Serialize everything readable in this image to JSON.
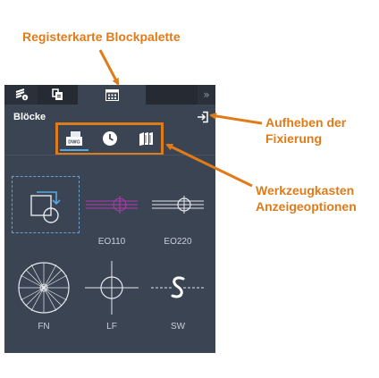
{
  "callouts": {
    "tab": "Registerkarte Blockpalette",
    "unpin_line1": "Aufheben der",
    "unpin_line2": "Fixierung",
    "toolbox_line1": "Werkzeugkasten",
    "toolbox_line2": "Anzeigeoptionen"
  },
  "tabs": {
    "items": [
      {
        "icon": "properties-icon"
      },
      {
        "icon": "layers-icon"
      },
      {
        "icon": "block-palette-icon",
        "active": true
      },
      {
        "icon": ""
      }
    ],
    "overflow": "»"
  },
  "panel": {
    "title": "Blöcke",
    "unpin_icon": "unpin-icon"
  },
  "toolbox": {
    "buttons": [
      {
        "icon": "dwg-file-icon",
        "label": "DWG",
        "active": true
      },
      {
        "icon": "clock-icon"
      },
      {
        "icon": "library-icon"
      }
    ]
  },
  "blocks": [
    {
      "label": "",
      "icon": "block-preview-icon"
    },
    {
      "label": "EO110",
      "icon": "eo110-symbol-icon"
    },
    {
      "label": "EO220",
      "icon": "eo220-symbol-icon"
    },
    {
      "label": "FN",
      "icon": "fn-symbol-icon"
    },
    {
      "label": "LF",
      "icon": "lf-symbol-icon"
    },
    {
      "label": "SW",
      "icon": "sw-symbol-icon"
    }
  ],
  "colors": {
    "callout": "#e07b1a",
    "panel_bg": "#3b4453",
    "tab_bar": "#2b313b",
    "accent_blue": "#56a8e0",
    "highlight_magenta": "#b03ab0"
  }
}
